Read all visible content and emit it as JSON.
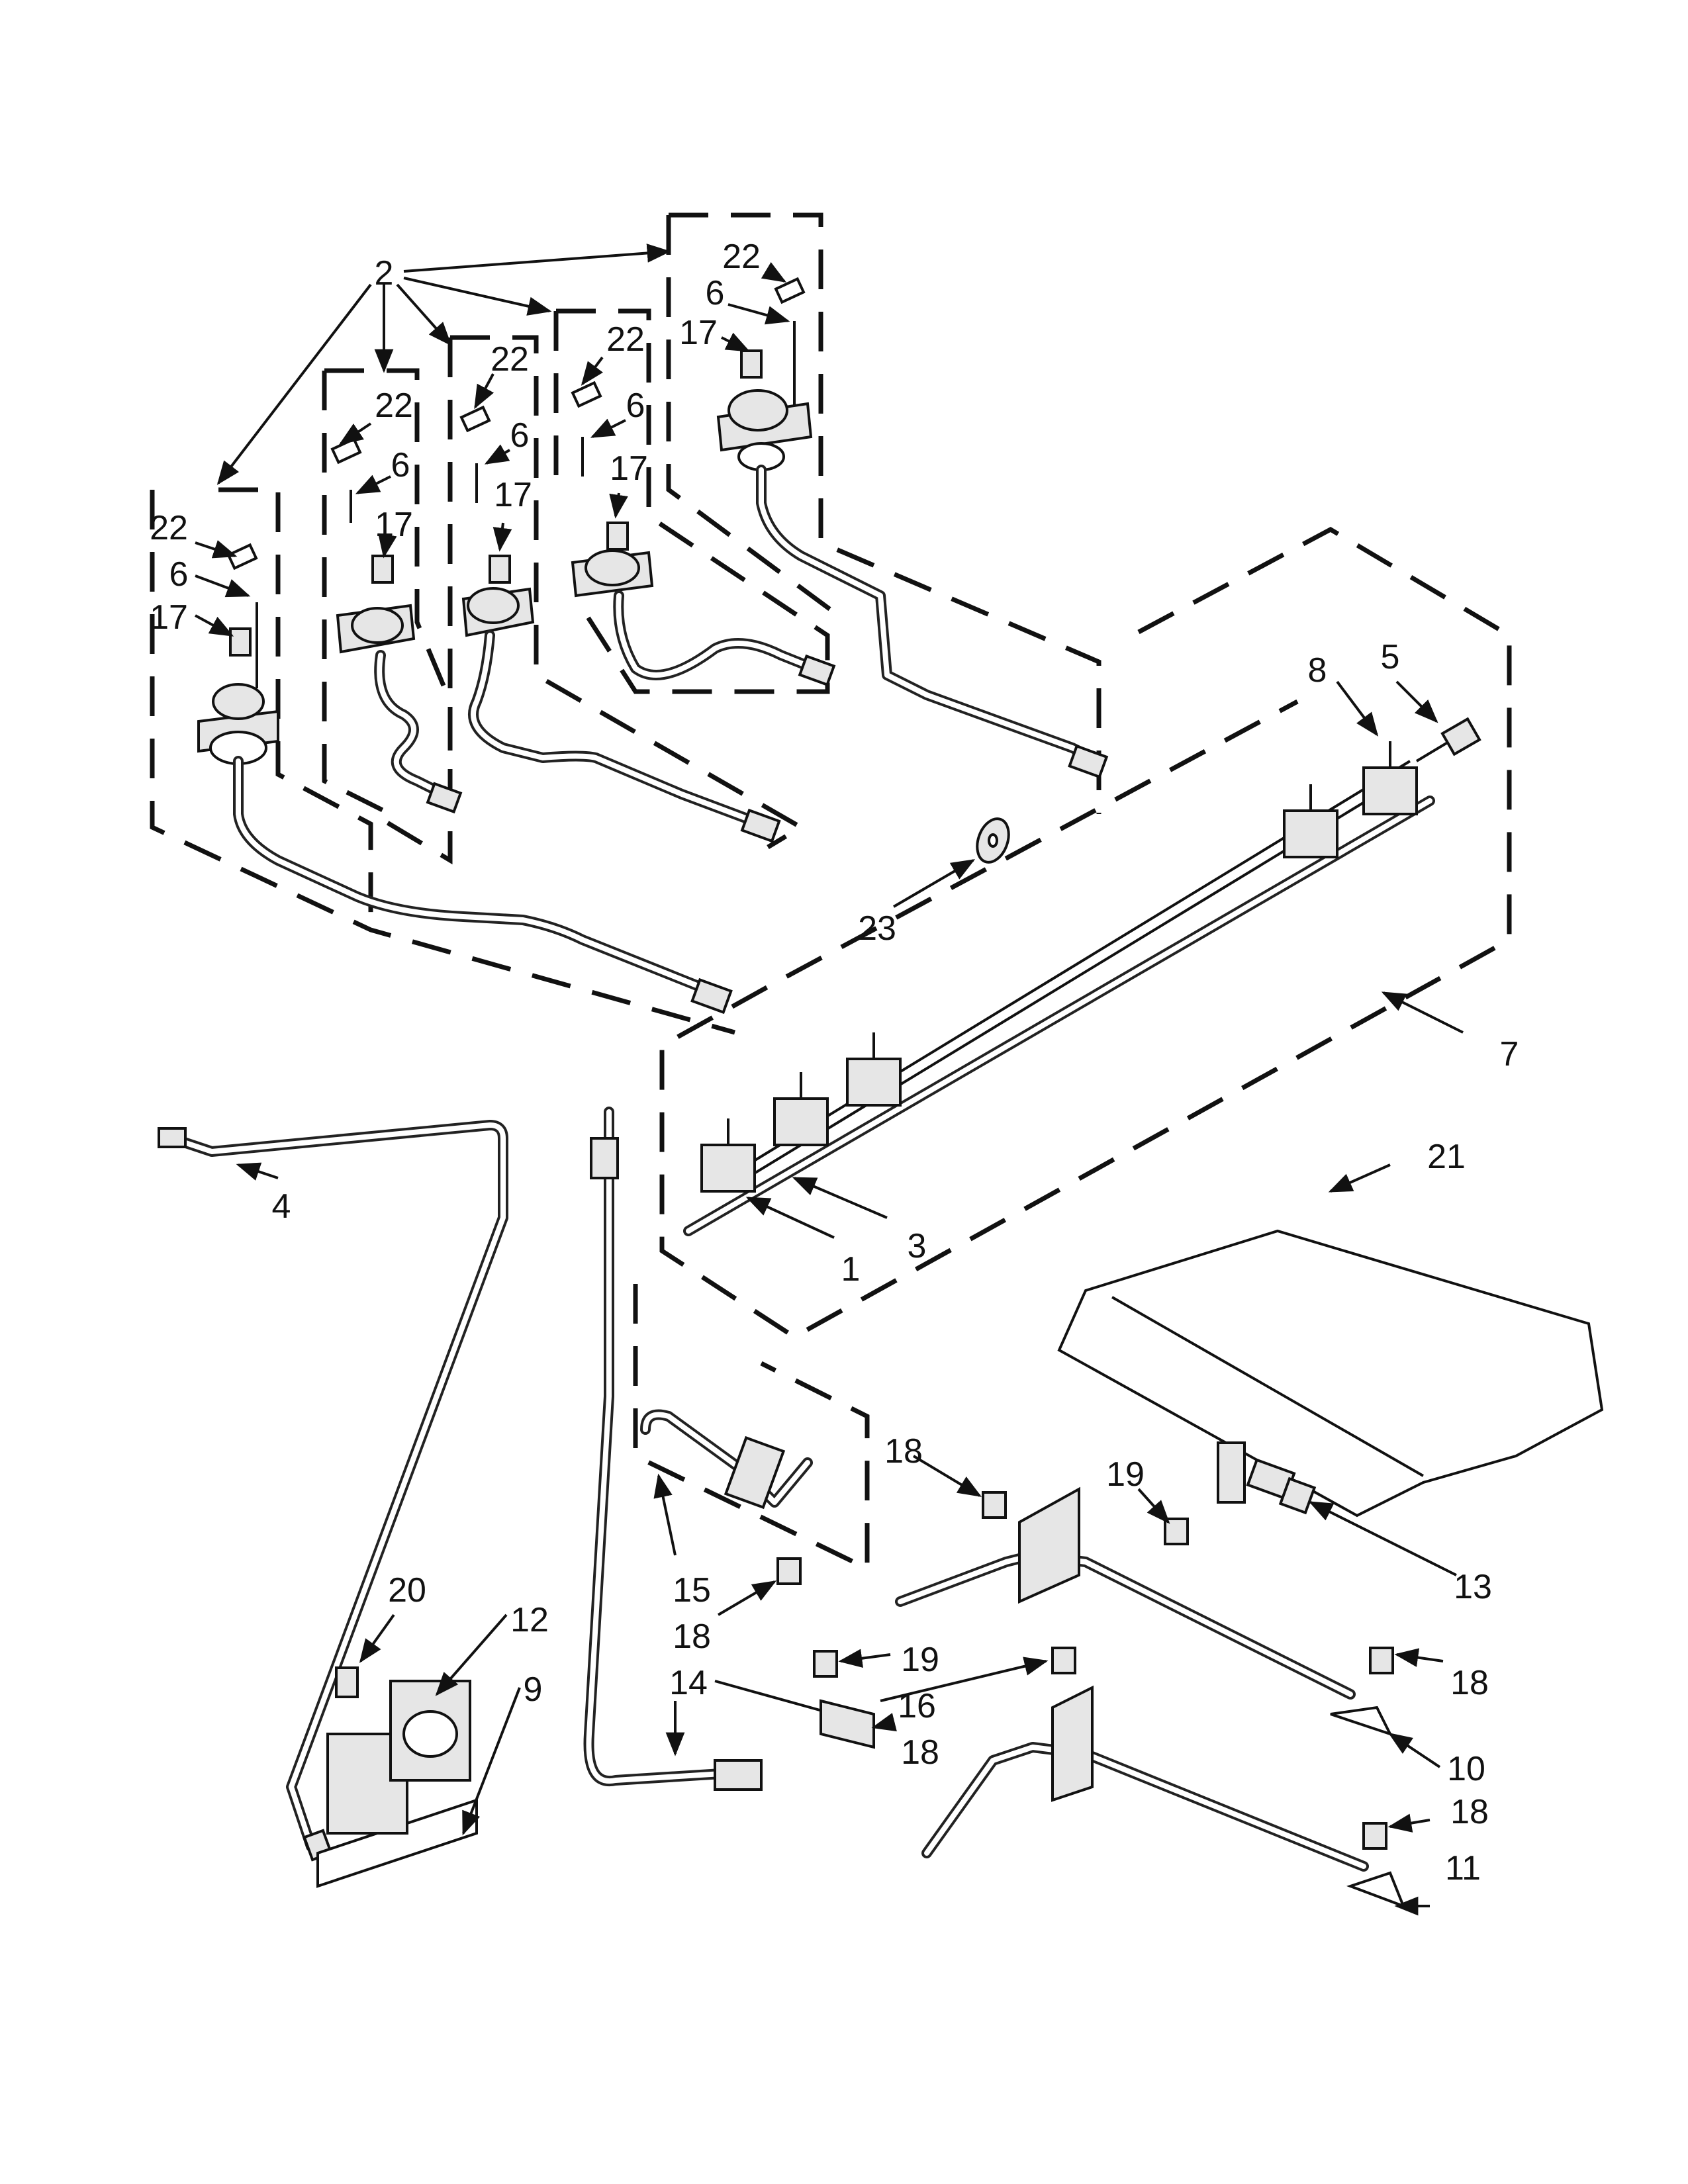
{
  "callouts": {
    "c1": "1",
    "c2": "2",
    "c3": "3",
    "c4": "4",
    "c5": "5",
    "c7": "7",
    "c8": "8",
    "c9": "9",
    "c10": "10",
    "c11": "11",
    "c12": "12",
    "c13": "13",
    "c14": "14",
    "c15": "15",
    "c16": "16",
    "c19a": "19",
    "c19b": "19",
    "c20": "20",
    "c21": "21",
    "c23": "23",
    "v1_22": "22",
    "v1_6": "6",
    "v1_17": "17",
    "v2_22": "22",
    "v2_6": "6",
    "v2_17": "17",
    "v3_22": "22",
    "v3_6": "6",
    "v3_17": "17",
    "v4_22": "22",
    "v4_6": "6",
    "v4_17": "17",
    "v5_22": "22",
    "v5_6": "6",
    "v5_17": "17",
    "c18a": "18",
    "c18b": "18",
    "c18c": "18",
    "c18d": "18",
    "c18e": "18"
  }
}
